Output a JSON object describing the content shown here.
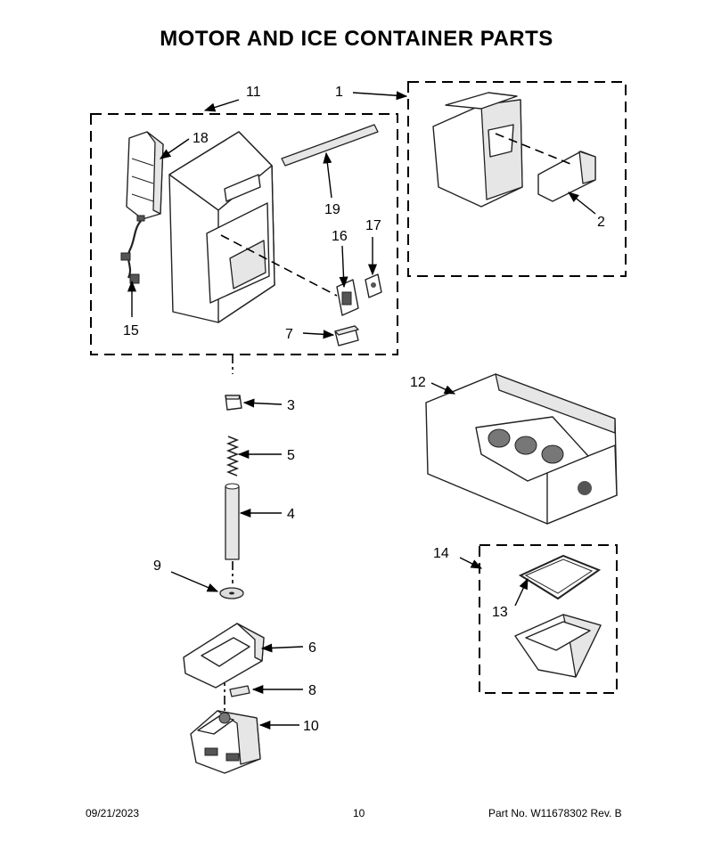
{
  "title": "MOTOR AND ICE CONTAINER PARTS",
  "callouts": {
    "c1": "1",
    "c2": "2",
    "c3": "3",
    "c4": "4",
    "c5": "5",
    "c6": "6",
    "c7": "7",
    "c8": "8",
    "c9": "9",
    "c10": "10",
    "c11": "11",
    "c12": "12",
    "c13": "13",
    "c14": "14",
    "c15": "15",
    "c16": "16",
    "c17": "17",
    "c18": "18",
    "c19": "19"
  },
  "footer": {
    "date": "09/21/2023",
    "page": "10",
    "part": "Part No.  W11678302  Rev.  B"
  }
}
